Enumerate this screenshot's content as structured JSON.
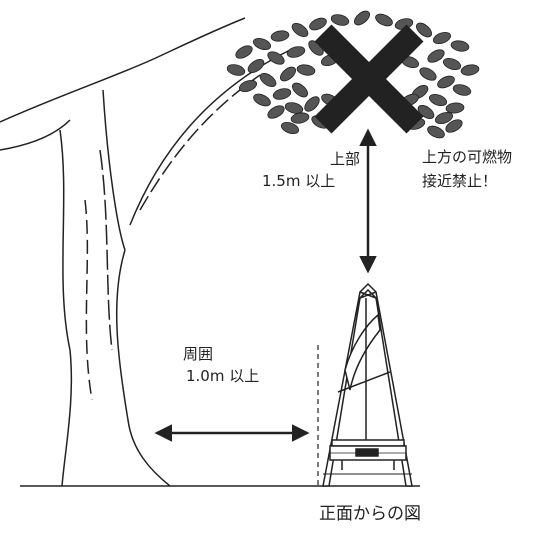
{
  "labels": {
    "top_clearance_title": "上部",
    "top_clearance_value": "1.5m 以上",
    "warning_line1": "上方の可燃物",
    "warning_line2": "接近禁止！",
    "side_clearance_title": "周囲",
    "side_clearance_value": "1.0m 以上",
    "caption": "正面からの図"
  },
  "icons": {
    "prohibition": "x-mark-icon",
    "vertical_arrow": "double-arrow-vertical-icon",
    "horizontal_arrow": "double-arrow-horizontal-icon"
  },
  "colors": {
    "line": "#222222",
    "foliage": "#555555",
    "prohibition_mark": "#222222"
  }
}
